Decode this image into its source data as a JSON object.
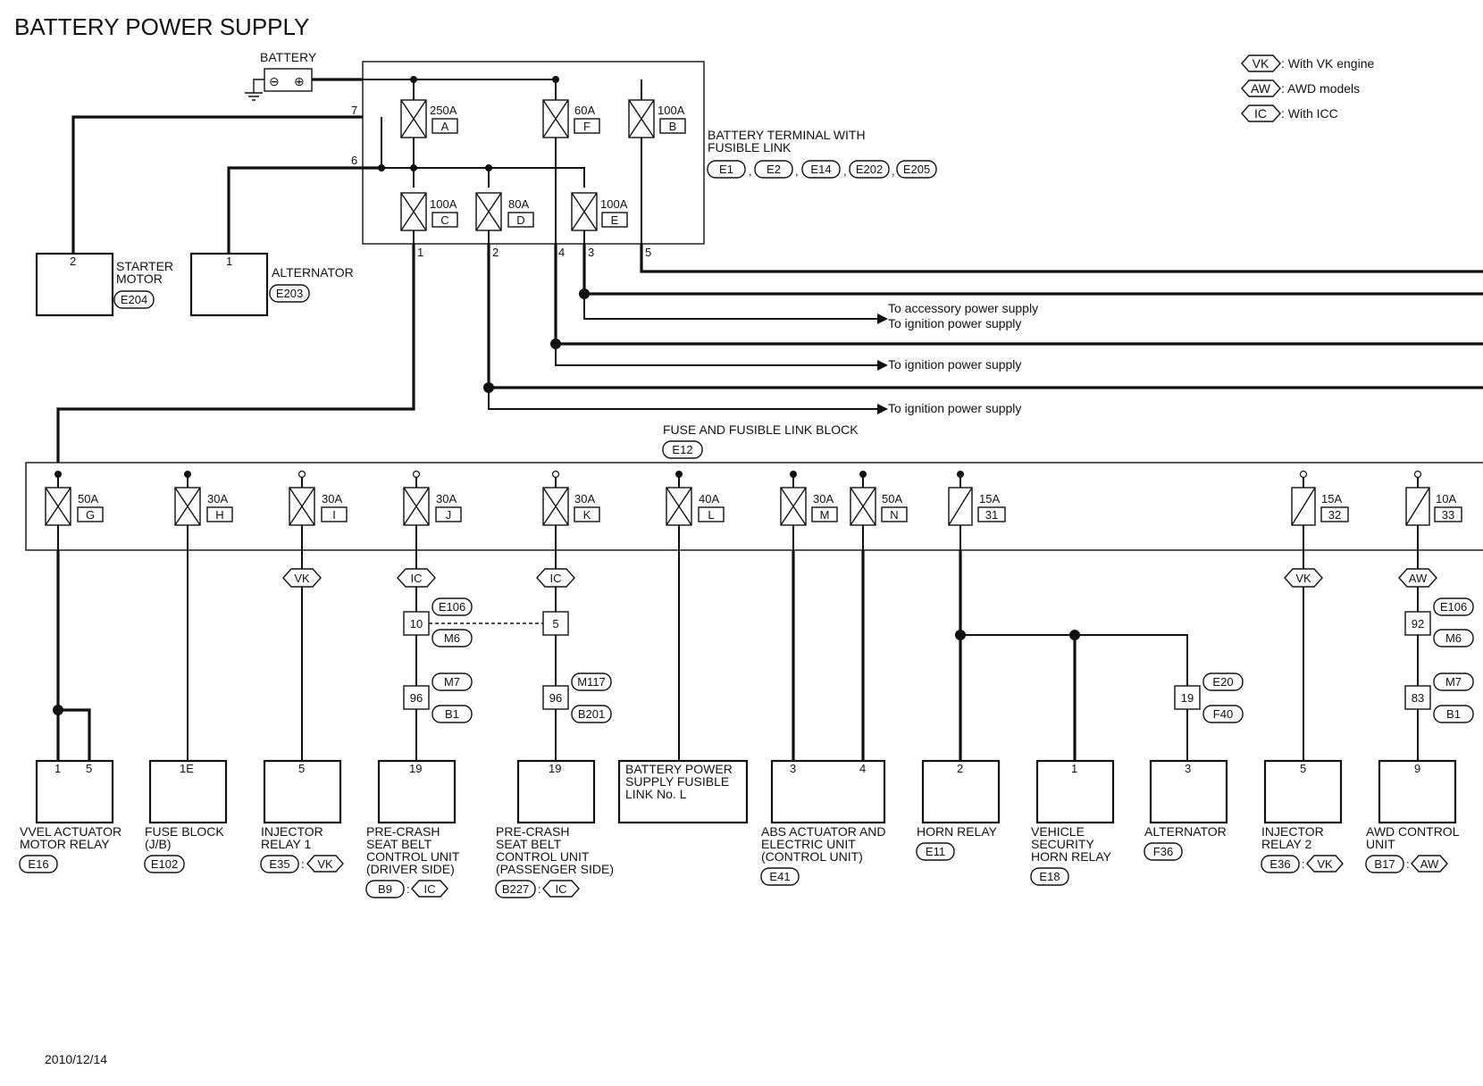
{
  "title": "BATTERY POWER SUPPLY",
  "date": "2010/12/14",
  "legend": [
    {
      "code": "VK",
      "text": ": With VK engine"
    },
    {
      "code": "AW",
      "text": ": AWD models"
    },
    {
      "code": "IC",
      "text": ": With ICC"
    }
  ],
  "battery": {
    "label": "BATTERY",
    "neg": "⊖",
    "pos": "⊕"
  },
  "battery_terminal": {
    "label1": "BATTERY TERMINAL WITH",
    "label2": "FUSIBLE LINK",
    "connectors": [
      "E1",
      "E2",
      "E14",
      "E202",
      "E205"
    ],
    "fuses": [
      {
        "amp": "250A",
        "id": "A"
      },
      {
        "amp": "60A",
        "id": "F"
      },
      {
        "amp": "100A",
        "id": "B"
      },
      {
        "amp": "100A",
        "id": "C"
      },
      {
        "amp": "80A",
        "id": "D"
      },
      {
        "amp": "100A",
        "id": "E"
      }
    ],
    "pins": [
      "7",
      "6",
      "1",
      "2",
      "4",
      "3",
      "5"
    ]
  },
  "starter": {
    "pin": "2",
    "label1": "STARTER",
    "label2": "MOTOR",
    "conn": "E204"
  },
  "alternator_top": {
    "pin": "1",
    "label": "ALTERNATOR",
    "conn": "E203"
  },
  "destinations": [
    "To accessory power supply",
    "To ignition power supply",
    "To ignition power supply",
    "To ignition power supply"
  ],
  "fuse_block": {
    "label": "FUSE AND FUSIBLE LINK BLOCK",
    "conn": "E12",
    "fuses": [
      {
        "amp": "50A",
        "id": "G"
      },
      {
        "amp": "30A",
        "id": "H"
      },
      {
        "amp": "30A",
        "id": "I"
      },
      {
        "amp": "30A",
        "id": "J"
      },
      {
        "amp": "30A",
        "id": "K"
      },
      {
        "amp": "40A",
        "id": "L"
      },
      {
        "amp": "30A",
        "id": "M"
      },
      {
        "amp": "50A",
        "id": "N"
      },
      {
        "amp": "15A",
        "id": "31"
      },
      {
        "amp": "15A",
        "id": "32"
      },
      {
        "amp": "10A",
        "id": "33"
      }
    ]
  },
  "tags": [
    "VK",
    "IC",
    "IC",
    "VK",
    "AW"
  ],
  "inline_connectors": [
    {
      "pin": "10",
      "c1": "E106",
      "c2": "M6"
    },
    {
      "pin": "5"
    },
    {
      "pin": "96",
      "c1": "M7",
      "c2": "B1"
    },
    {
      "pin": "96",
      "c1": "M117",
      "c2": "B201"
    },
    {
      "pin": "19",
      "c1": "E20",
      "c2": "F40"
    },
    {
      "pin": "92",
      "c1": "E106",
      "c2": "M6"
    },
    {
      "pin": "83",
      "c1": "M7",
      "c2": "B1"
    }
  ],
  "components": [
    {
      "pins": "1",
      "pins2": "5",
      "lines": [
        "VVEL ACTUATOR",
        "MOTOR RELAY"
      ],
      "conn": "E16"
    },
    {
      "pins": "1E",
      "lines": [
        "FUSE BLOCK",
        "(J/B)"
      ],
      "conn": "E102"
    },
    {
      "pins": "5",
      "lines": [
        "INJECTOR",
        "RELAY 1"
      ],
      "conn": "E35",
      "tag": "VK"
    },
    {
      "pins": "19",
      "lines": [
        "PRE-CRASH",
        "SEAT BELT",
        "CONTROL UNIT",
        "(DRIVER SIDE)"
      ],
      "conn": "B9",
      "tag": "IC"
    },
    {
      "pins": "19",
      "lines": [
        "PRE-CRASH",
        "SEAT BELT",
        "CONTROL UNIT",
        "(PASSENGER SIDE)"
      ],
      "conn": "B227",
      "tag": "IC"
    },
    {
      "lines": [
        "BATTERY POWER",
        "SUPPLY FUSIBLE",
        "LINK No. L"
      ]
    },
    {
      "pins": "3",
      "pins2": "4",
      "lines": [
        "ABS ACTUATOR AND",
        "ELECTRIC UNIT",
        "(CONTROL UNIT)"
      ],
      "conn": "E41"
    },
    {
      "pins": "2",
      "lines": [
        "HORN RELAY"
      ],
      "conn": "E11"
    },
    {
      "pins": "1",
      "lines": [
        "VEHICLE",
        "SECURITY",
        "HORN RELAY"
      ],
      "conn": "E18"
    },
    {
      "pins": "3",
      "lines": [
        "ALTERNATOR"
      ],
      "conn": "F36"
    },
    {
      "pins": "5",
      "lines": [
        "INJECTOR",
        "RELAY 2"
      ],
      "conn": "E36",
      "tag": "VK"
    },
    {
      "pins": "9",
      "lines": [
        "AWD CONTROL",
        "UNIT"
      ],
      "conn": "B17",
      "tag": "AW"
    }
  ]
}
